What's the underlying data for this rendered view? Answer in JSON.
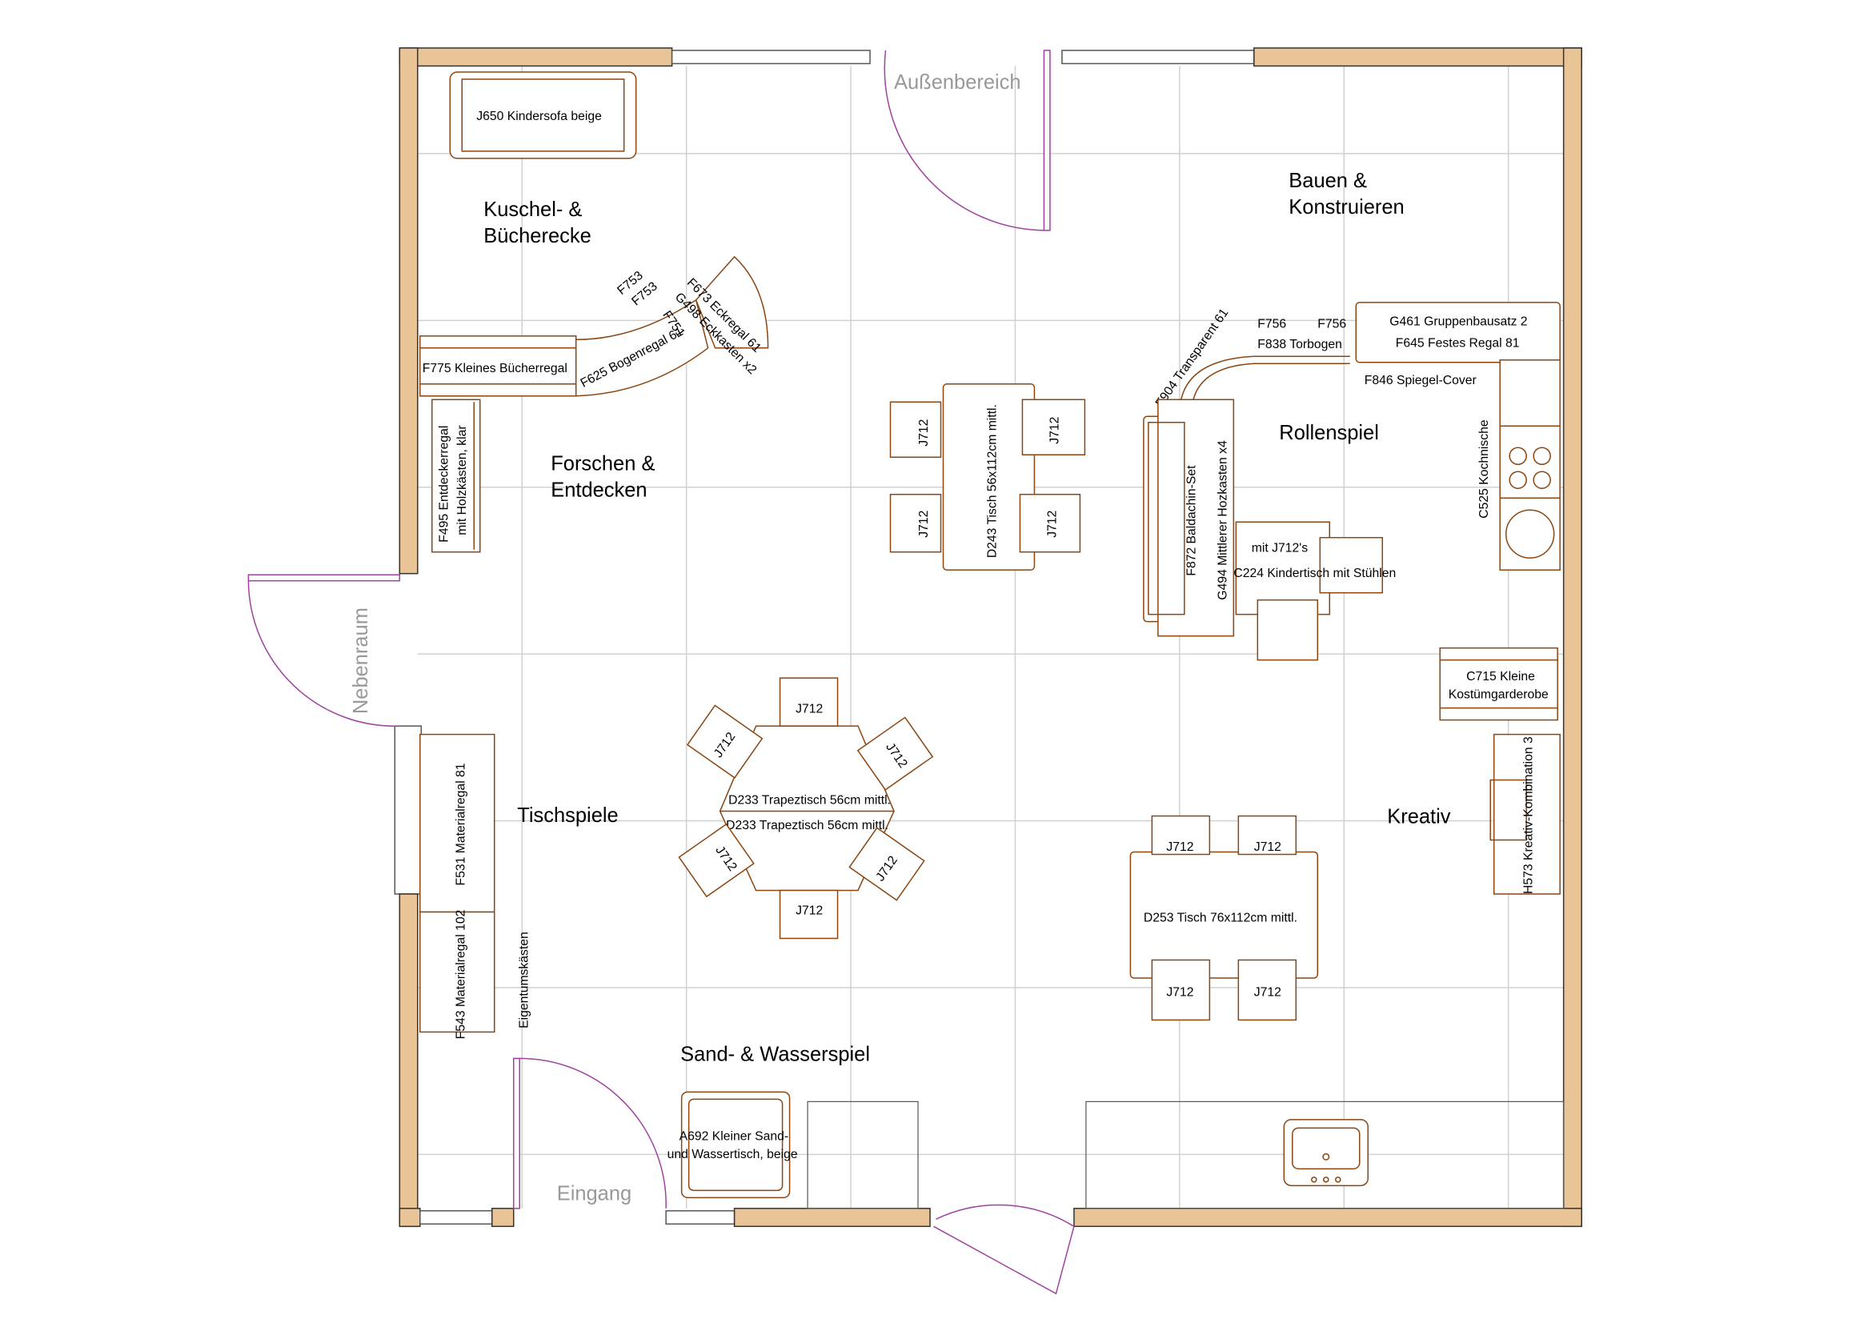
{
  "colors": {
    "wall": "#e8c496",
    "furniture": "#8b4510",
    "door_swing": "#a040a0",
    "grid": "#d0d0d0",
    "door_label": "#999999"
  },
  "rooms": {
    "kuschel_1": "Kuschel- &",
    "kuschel_2": "Bücherecke",
    "forschen_1": "Forschen &",
    "forschen_2": "Entdecken",
    "bauen_1": "Bauen &",
    "bauen_2": "Konstruieren",
    "rollenspiel": "Rollenspiel",
    "tischspiele": "Tischspiele",
    "kreativ": "Kreativ",
    "sand": "Sand- & Wasserspiel"
  },
  "doors": {
    "aussen": "Außenbereich",
    "neben": "Nebenraum",
    "eingang": "Eingang"
  },
  "furniture": {
    "sofa": "J650 Kindersofa beige",
    "f753a": "F753",
    "f753b": "F753",
    "f751": "F751",
    "f673": "F673 Eckregal 61",
    "g498": "G498 Eckkasten x2",
    "f775": "F775 Kleines Bücherregal",
    "f625": "F625 Bogenregal 61",
    "f495_1": "F495 Entdeckerregal",
    "f495_2": "mit Holzkästen, klar",
    "d243": "D243 Tisch 56x112cm mittl.",
    "chair": "J712",
    "f904": "F904 Transparent 61",
    "f756a": "F756",
    "f756b": "F756",
    "f838": "F838 Torbogen",
    "g461": "G461 Gruppenbausatz 2",
    "f645": "F645 Festes Regal 81",
    "f846": "F846 Spiegel-Cover",
    "f872": "F872 Baldachin-Set",
    "g494": "G494 Mittlerer Hozkasten x4",
    "c224_1": "mit J712's",
    "c224_2": "C224 Kindertisch mit Stühlen",
    "c525": "C525 Kochnische",
    "c715_1": "C715 Kleine",
    "c715_2": "Kostümgarderobe",
    "h573": "H573 Kreativ-Kombination 3",
    "d233a": "D233 Trapeztisch 56cm mittl.",
    "d233b": "D233 Trapeztisch 56cm mittl.",
    "d253": "D253 Tisch 76x112cm mittl.",
    "f531": "F531 Materialregal 81",
    "f543": "F543 Materialregal 102",
    "eigentum": "Eigentumskästen",
    "a692_1": "A692 Kleiner Sand-",
    "a692_2": "und Wassertisch, beige"
  }
}
